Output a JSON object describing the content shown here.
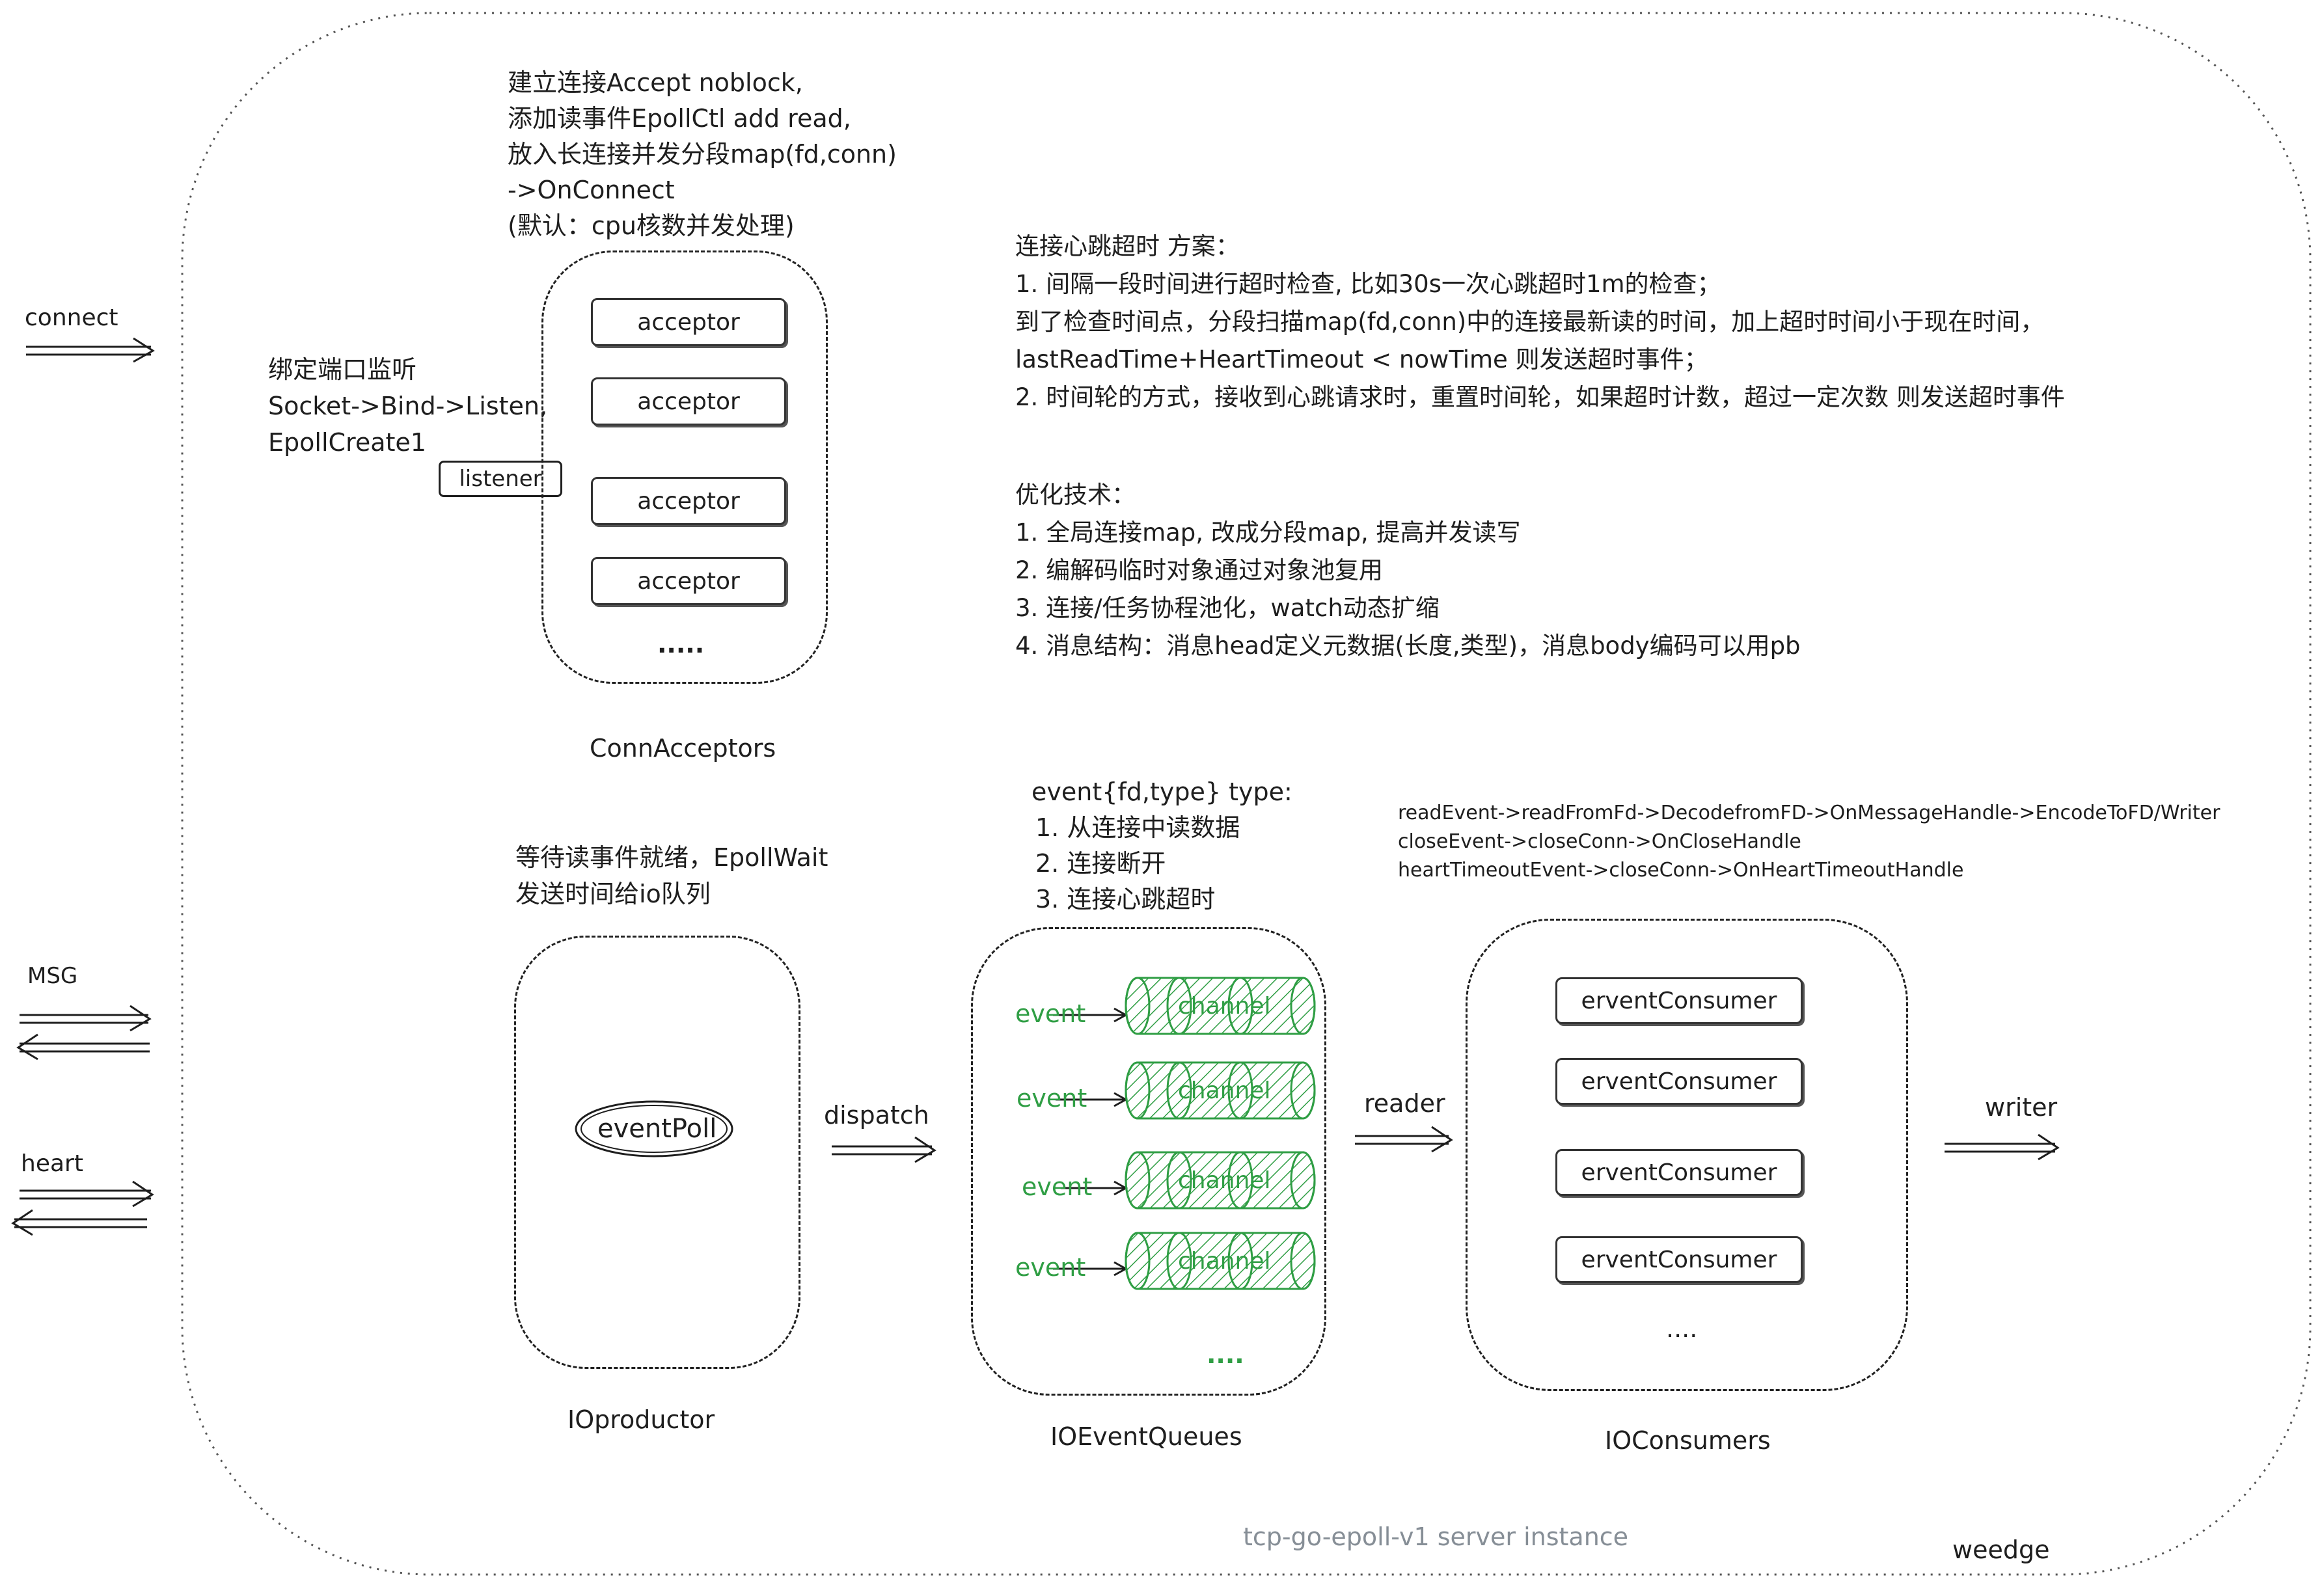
{
  "colors": {
    "stroke": "#1e1e1e",
    "accent_green": "#2f9e44",
    "hatch_green": "#2f9e44",
    "footer_gray": "#868e96"
  },
  "left_labels": {
    "connect": "connect",
    "msg": "MSG",
    "heart": "heart"
  },
  "accept_note": {
    "line1": "建立连接Accept noblock,",
    "line2": "添加读事件EpollCtl add read,",
    "line3": "放入长连接并发分段map(fd,conn)",
    "line4": "->OnConnect",
    "line5": "(默认：cpu核数并发处理)"
  },
  "listen_note": {
    "line1": "绑定端口监听",
    "line2": "Socket->Bind->Listen,",
    "line3": "EpollCreate1"
  },
  "listener_label": "listener",
  "conn_acceptors": {
    "items": [
      "acceptor",
      "acceptor",
      "acceptor",
      "acceptor"
    ],
    "ellipsis": ".....",
    "title": "ConnAcceptors"
  },
  "heartbeat_note": {
    "line1": "连接心跳超时  方案：",
    "line2": "1. 间隔一段时间进行超时检查, 比如30s一次心跳超时1m的检查；",
    "line3": "到了检查时间点，分段扫描map(fd,conn)中的连接最新读的时间，加上超时时间小于现在时间，",
    "line4": "lastReadTime+HeartTimeout < nowTime 则发送超时事件；",
    "line5": "2. 时间轮的方式，接收到心跳请求时，重置时间轮，如果超时计数，超过一定次数 则发送超时事件"
  },
  "optimize_note": {
    "line1": "优化技术：",
    "line2": "1. 全局连接map, 改成分段map, 提高并发读写",
    "line3": "2. 编解码临时对象通过对象池复用",
    "line4": "3. 连接/任务协程池化，watch动态扩缩",
    "line5": "4. 消息结构：消息head定义元数据(长度,类型)，消息body编码可以用pb"
  },
  "producer_note": {
    "line1": "等待读事件就绪，EpollWait",
    "line2": "发送时间给io队列"
  },
  "io_producer": {
    "center": "eventPoll",
    "title": "IOproductor"
  },
  "dispatch_label": "dispatch",
  "event_note": {
    "line1": "event{fd,type} type:",
    "line2": "1. 从连接中读数据",
    "line3": "2. 连接断开",
    "line4": "3. 连接心跳超时"
  },
  "io_event_queues": {
    "rows": [
      {
        "event": "event",
        "channel": "channel"
      },
      {
        "event": "event",
        "channel": "channel"
      },
      {
        "event": "event",
        "channel": "channel"
      },
      {
        "event": "event",
        "channel": "channel"
      }
    ],
    "ellipsis": "....",
    "title": "IOEventQueues"
  },
  "reader_label": "reader",
  "consumer_note": {
    "line1": "readEvent->readFromFd->DecodefromFD->OnMessageHandle->EncodeToFD/Writer",
    "line2": "closeEvent->closeConn->OnCloseHandle",
    "line3": "heartTimeoutEvent->closeConn->OnHeartTimeoutHandle"
  },
  "io_consumers": {
    "items": [
      "erventConsumer",
      "erventConsumer",
      "erventConsumer",
      "erventConsumer"
    ],
    "ellipsis": "....",
    "title": "IOConsumers"
  },
  "writer_label": "writer",
  "footer": {
    "instance": "tcp-go-epoll-v1 server instance",
    "author": "weedge"
  }
}
